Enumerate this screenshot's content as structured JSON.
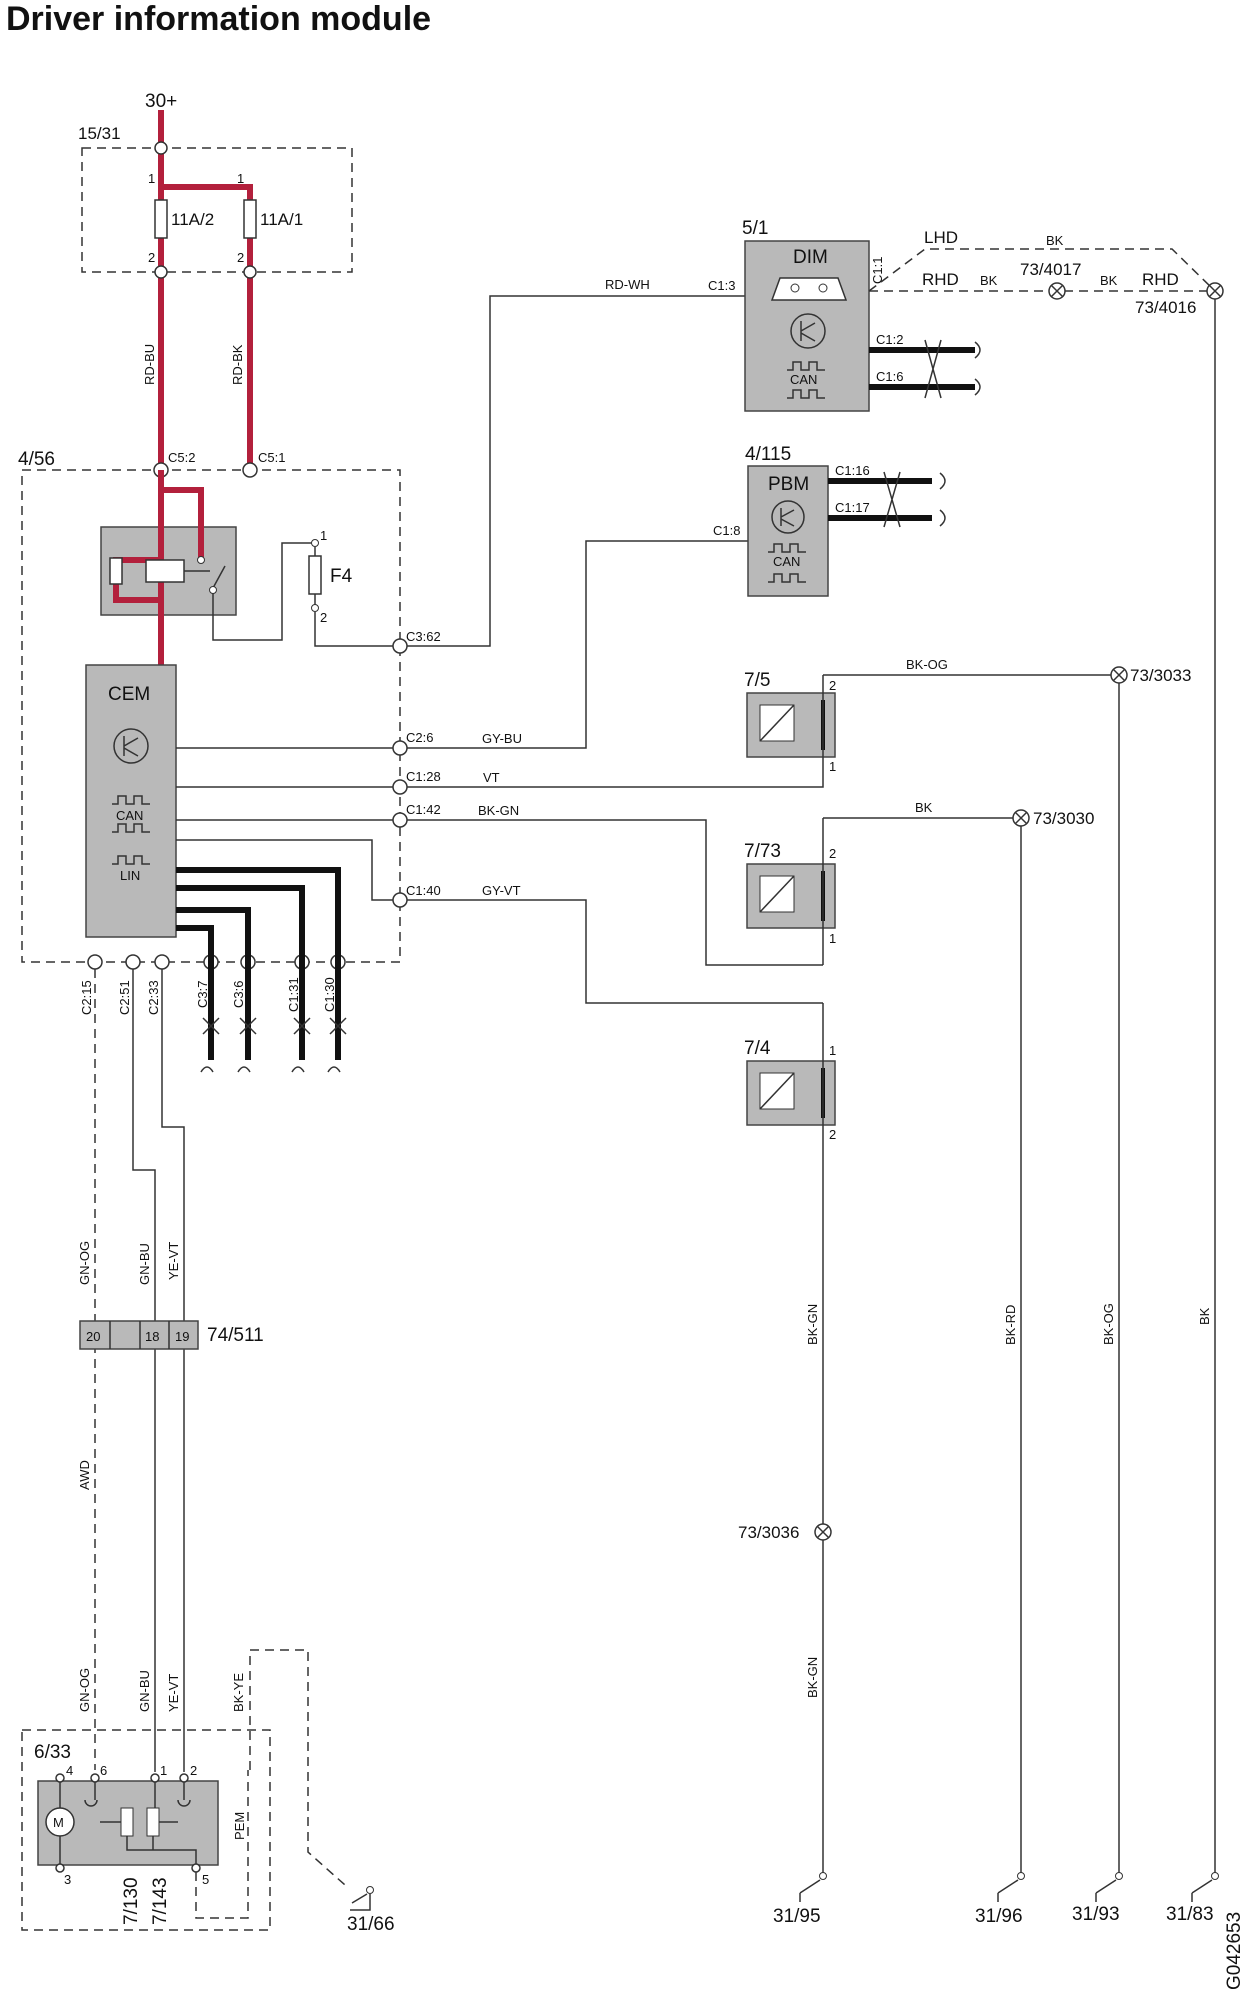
{
  "title": "Driver information module",
  "supply": {
    "label": "30+",
    "fusebox": "15/31",
    "fuse_a": "11A/2",
    "fuse_b": "11A/1",
    "pin1": "1",
    "pin2": "2"
  },
  "wires": {
    "rd_bu": "RD-BU",
    "rd_bk": "RD-BK",
    "rd_wh": "RD-WH",
    "gy_bu": "GY-BU",
    "vt": "VT",
    "bk_gn": "BK-GN",
    "gy_vt": "GY-VT",
    "bk_og": "BK-OG",
    "bk": "BK",
    "lhd": "LHD",
    "rhd": "RHD",
    "gn_og": "GN-OG",
    "gn_bu": "GN-BU",
    "ye_vt": "YE-VT",
    "bk_ye": "BK-YE",
    "bk_rd": "BK-RD",
    "awd": "AWD"
  },
  "cem": {
    "module": "4/56",
    "name": "CEM",
    "can": "CAN",
    "lin": "LIN",
    "fuse": "F4",
    "connectors": [
      "C5:2",
      "C5:1",
      "C3:62",
      "C2:6",
      "C1:28",
      "C1:42",
      "C1:40",
      "C2:15",
      "C2:51",
      "C2:33",
      "C3:7",
      "C3:6",
      "C1:31",
      "C1:30"
    ]
  },
  "dim": {
    "module": "5/1",
    "name": "DIM",
    "can": "CAN",
    "connectors": [
      "C1:3",
      "C1:1",
      "C1:2",
      "C1:6"
    ]
  },
  "pbm": {
    "module": "4/115",
    "name": "PBM",
    "can": "CAN",
    "connectors": [
      "C1:8",
      "C1:16",
      "C1:17"
    ]
  },
  "sensors": [
    {
      "id": "7/5",
      "pin_top": "2",
      "pin_bot": "1"
    },
    {
      "id": "7/73",
      "pin_top": "2",
      "pin_bot": "1"
    },
    {
      "id": "7/4",
      "pin_top": "1",
      "pin_bot": "2"
    }
  ],
  "splices": [
    "73/4017",
    "73/4016",
    "73/3033",
    "73/3030",
    "73/3036"
  ],
  "connector_block": {
    "id": "74/511",
    "pins": [
      "20",
      "18",
      "19"
    ]
  },
  "pem": {
    "module": "6/33",
    "name": "PEM",
    "motor": "M",
    "parts": [
      "7/130",
      "7/143"
    ],
    "pins": [
      "4",
      "6",
      "1",
      "2",
      "3",
      "5"
    ]
  },
  "grounds": [
    "31/66",
    "31/95",
    "31/96",
    "31/93",
    "31/83"
  ],
  "figure_id": "G042653"
}
